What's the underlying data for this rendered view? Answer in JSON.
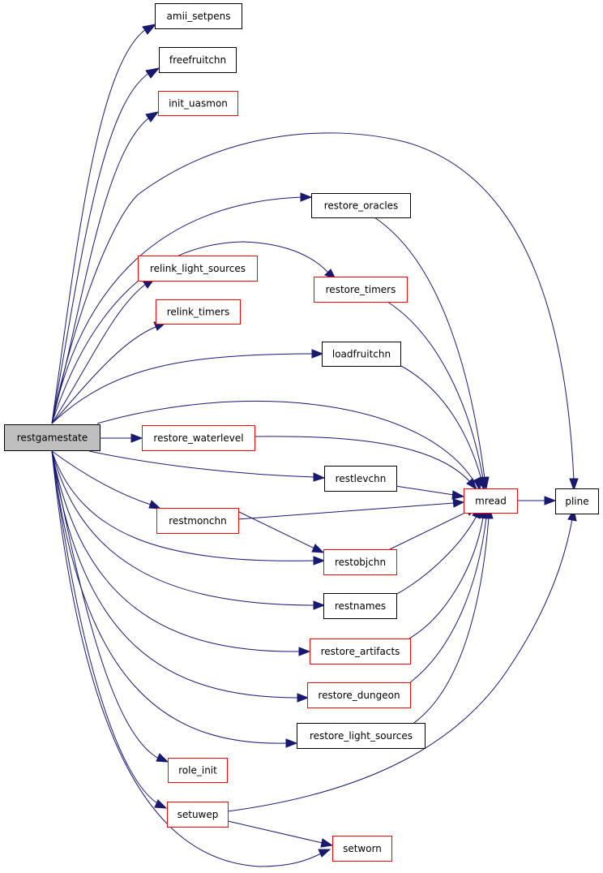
{
  "colors": {
    "edge": "#191970",
    "documented_border": "#000000",
    "undocumented_border": "#ff0000",
    "root_fill": "#bfbfbf",
    "node_fill": "#ffffff"
  },
  "nodes": {
    "restgamestate": {
      "label": "restgamestate",
      "border": "black",
      "root": true
    },
    "amii_setpens": {
      "label": "amii_setpens",
      "border": "black"
    },
    "freefruitchn": {
      "label": "freefruitchn",
      "border": "black"
    },
    "init_uasmon": {
      "label": "init_uasmon",
      "border": "red"
    },
    "restore_oracles": {
      "label": "restore_oracles",
      "border": "black"
    },
    "relink_light_sources": {
      "label": "relink_light_sources",
      "border": "red"
    },
    "restore_timers": {
      "label": "restore_timers",
      "border": "red"
    },
    "relink_timers": {
      "label": "relink_timers",
      "border": "red"
    },
    "loadfruitchn": {
      "label": "loadfruitchn",
      "border": "black"
    },
    "restore_waterlevel": {
      "label": "restore_waterlevel",
      "border": "red"
    },
    "restlevchn": {
      "label": "restlevchn",
      "border": "black"
    },
    "mread": {
      "label": "mread",
      "border": "red"
    },
    "pline": {
      "label": "pline",
      "border": "black"
    },
    "restmonchn": {
      "label": "restmonchn",
      "border": "red"
    },
    "restobjchn": {
      "label": "restobjchn",
      "border": "red"
    },
    "restnames": {
      "label": "restnames",
      "border": "black"
    },
    "restore_artifacts": {
      "label": "restore_artifacts",
      "border": "red"
    },
    "restore_dungeon": {
      "label": "restore_dungeon",
      "border": "red"
    },
    "restore_light_sources": {
      "label": "restore_light_sources",
      "border": "black"
    },
    "role_init": {
      "label": "role_init",
      "border": "red"
    },
    "setuwep": {
      "label": "setuwep",
      "border": "red"
    },
    "setworn": {
      "label": "setworn",
      "border": "red"
    }
  }
}
